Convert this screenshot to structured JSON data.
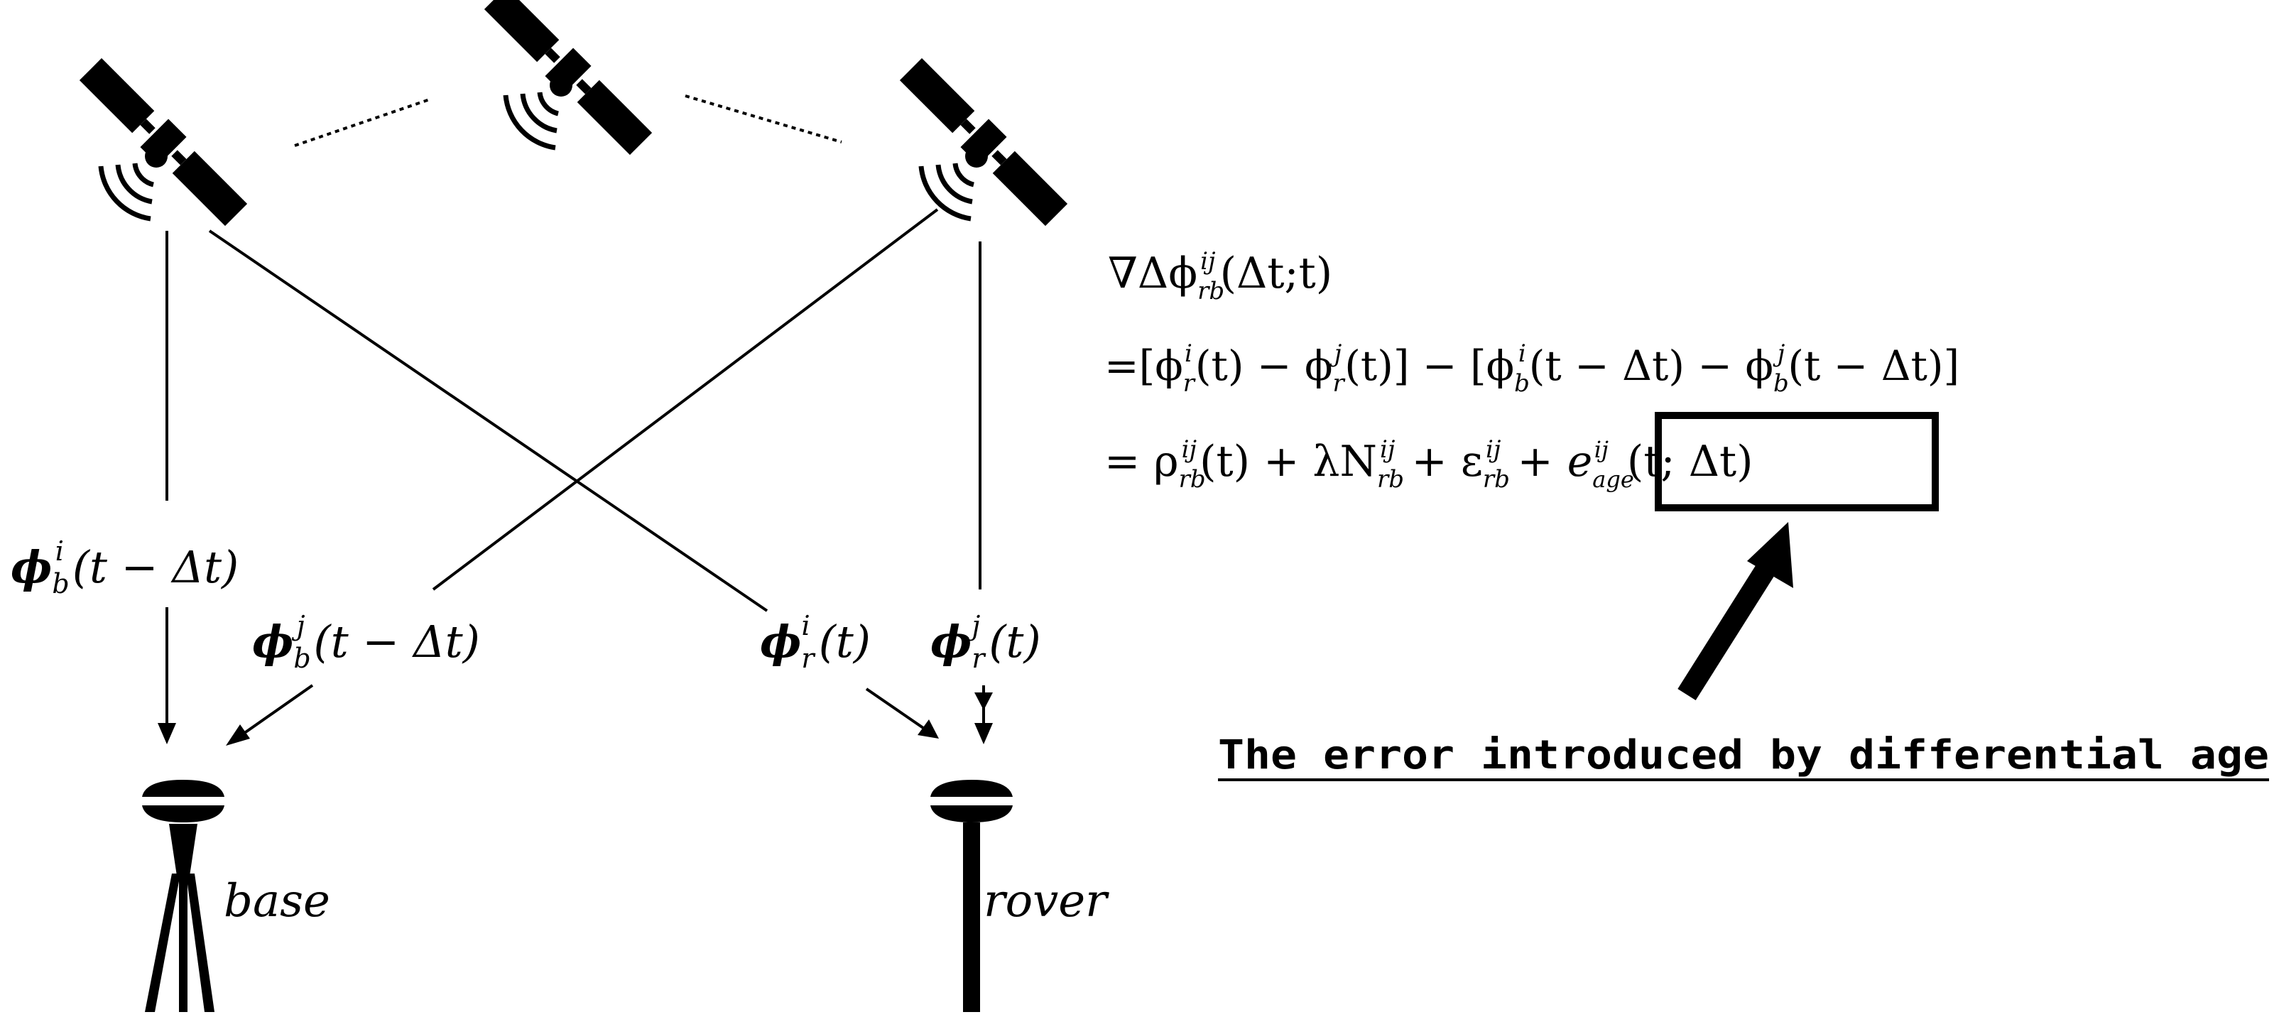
{
  "labels": {
    "base_word": "base",
    "rover_word": "rover",
    "phi_b_i": {
      "sym": "ϕ",
      "sub": "b",
      "sup": "i",
      "arg": "(t − Δt)"
    },
    "phi_b_j": {
      "sym": "ϕ",
      "sub": "b",
      "sup": "j",
      "arg": "(t − Δt)"
    },
    "phi_r_i": {
      "sym": "ϕ",
      "sub": "r",
      "sup": "i",
      "arg": "(t)"
    },
    "phi_r_j": {
      "sym": "ϕ",
      "sub": "r",
      "sup": "j",
      "arg": "(t)"
    }
  },
  "equation": {
    "line1": {
      "head": "∇Δϕ",
      "sub": "rb",
      "sup": "ij",
      "tail": "(Δt;t)"
    },
    "line2": {
      "p1": "=[ϕ",
      "p1_sub": "r",
      "p1_sup": "i",
      "p2": "(t) − ϕ",
      "p2_sub": "r",
      "p2_sup": "j",
      "p3": "(t)] − [ϕ",
      "p3_sub": "b",
      "p3_sup": "i",
      "p4": "(t − Δt) − ϕ",
      "p4_sub": "b",
      "p4_sup": "j",
      "p5": "(t − Δt)]"
    },
    "line3": {
      "p1": "= ρ",
      "p1_sub": "rb",
      "p1_sup": "ij",
      "p2": "(t) + λN",
      "p2_sub": "rb",
      "p2_sup": "ij",
      "p3": " + ε",
      "p3_sub": "rb",
      "p3_sup": "ij",
      "p4": " +",
      "boxed": "e",
      "boxed_sub": "age",
      "boxed_sup": "ij",
      "boxed_tail": "(t; Δt)"
    }
  },
  "annotation": {
    "caption": "The error introduced by differential age"
  },
  "icons": {
    "satellite": "satellite-icon",
    "receiver": "gnss-receiver-icon",
    "tripod": "tripod-icon",
    "pole": "rover-pole-icon"
  }
}
